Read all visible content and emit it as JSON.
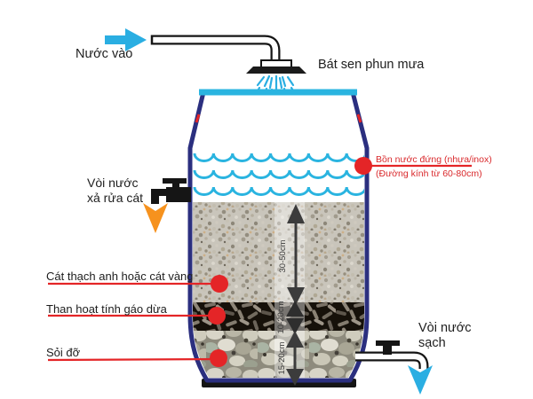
{
  "diagram": {
    "inlet_label": "Nước vào",
    "shower_label": "Bát sen phun mưa",
    "tank_label_line1": "Bồn nước đứng (nhựa/inox)",
    "tank_label_line2": "(Đường kính từ 60-80cm)",
    "drain_label_line1": "Vòi nước",
    "drain_label_line2": "xả rửa cát",
    "clean_label_line1": "Vòi nước",
    "clean_label_line2": "sạch",
    "layers": {
      "sand": {
        "label": "Cát thạch anh hoặc cát vàng",
        "depth": "30-50cm"
      },
      "carbon": {
        "label": "Than hoạt tính gáo dừa",
        "depth": "10-20cm"
      },
      "gravel": {
        "label": "Sỏi đỡ",
        "depth": "15-20cm"
      }
    },
    "colors": {
      "water_cyan": "#2ab4e0",
      "arrow_cyan": "#2aaee2",
      "tank_navy": "#2b2f7f",
      "callout_red": "#e42527",
      "drain_orange": "#f6921e",
      "dimension_gray": "#3c3c3c"
    }
  }
}
